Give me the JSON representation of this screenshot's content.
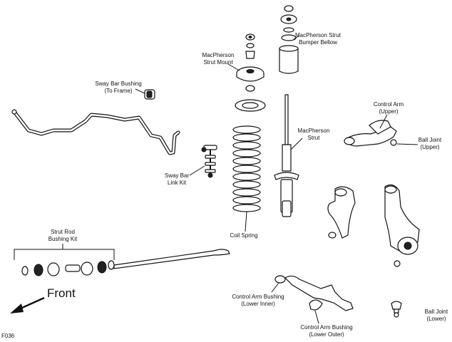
{
  "labels": {
    "macpherson_bumper_line1": "MacPherson Strut",
    "macpherson_bumper_line2": "Bumper Bellow",
    "strut_mount_line1": "MacPherson",
    "strut_mount_line2": "Strut Mount",
    "sway_bushing_line1": "Sway Bar Bushing",
    "sway_bushing_line2": "(To Frame)",
    "control_arm_upper_line1": "Control Arm",
    "control_arm_upper_line2": "(Upper)",
    "macpherson_strut_line1": "MacPherson",
    "macpherson_strut_line2": "Strut",
    "ball_joint_upper_line1": "Ball Joint",
    "ball_joint_upper_line2": "(Upper)",
    "sway_link_line1": "Sway Bar",
    "sway_link_line2": "Link Kit",
    "coil_spring": "Coil Spring",
    "strut_rod_line1": "Strut Rod",
    "strut_rod_line2": "Bushing Kit",
    "front": "Front",
    "ca_bushing_inner_line1": "Control Arm Bushing",
    "ca_bushing_inner_line2": "(Lower Inner)",
    "ball_joint_lower_line1": "Ball Joint",
    "ball_joint_lower_line2": "(Lower)",
    "ca_bushing_outer_line1": "Control Arm Bushing",
    "ca_bushing_outer_line2": "(Lower Outer)",
    "figure_code": "F036"
  }
}
